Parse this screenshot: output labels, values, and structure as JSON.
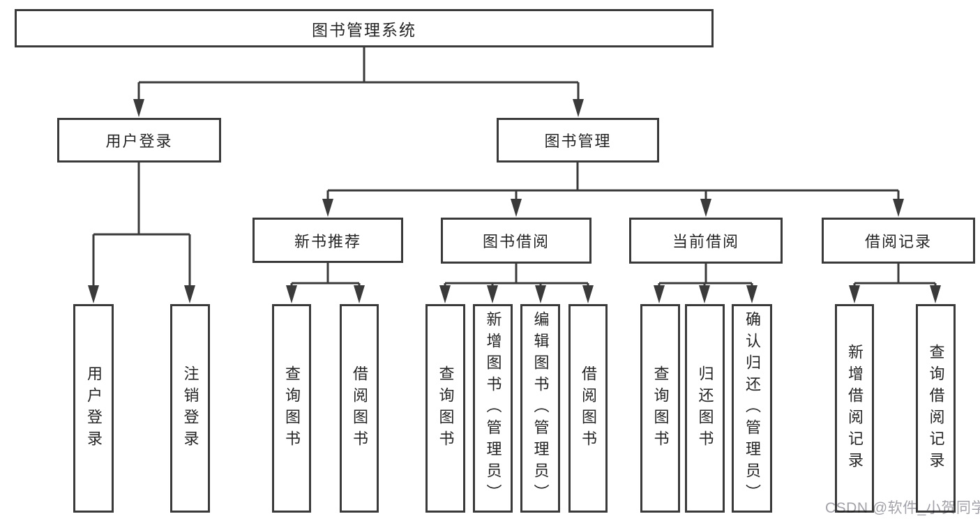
{
  "colors": {
    "line": "#3a3a3a",
    "text": "#242424",
    "watermark": "#a2a2aa",
    "box_bg": "#ffffff"
  },
  "tree": {
    "root": {
      "label": "图书管理系统"
    },
    "branches": [
      {
        "label": "用户登录",
        "children": [
          {
            "label": "用户登录"
          },
          {
            "label": "注销登录"
          }
        ]
      },
      {
        "label": "图书管理",
        "children": [
          {
            "label": "新书推荐",
            "children": [
              {
                "label": "查询图书"
              },
              {
                "label": "借阅图书"
              }
            ]
          },
          {
            "label": "图书借阅",
            "children": [
              {
                "label": "查询图书"
              },
              {
                "label": "新增图书（管理员）"
              },
              {
                "label": "编辑图书（管理员）"
              },
              {
                "label": "借阅图书"
              }
            ]
          },
          {
            "label": "当前借阅",
            "children": [
              {
                "label": "查询图书"
              },
              {
                "label": "归还图书"
              },
              {
                "label": "确认归还（管理员）"
              }
            ]
          },
          {
            "label": "借阅记录",
            "children": [
              {
                "label": "新增借阅记录"
              },
              {
                "label": "查询借阅记录"
              }
            ]
          }
        ]
      }
    ]
  },
  "watermark": {
    "text": "CSDN @软件_小贺同学"
  }
}
